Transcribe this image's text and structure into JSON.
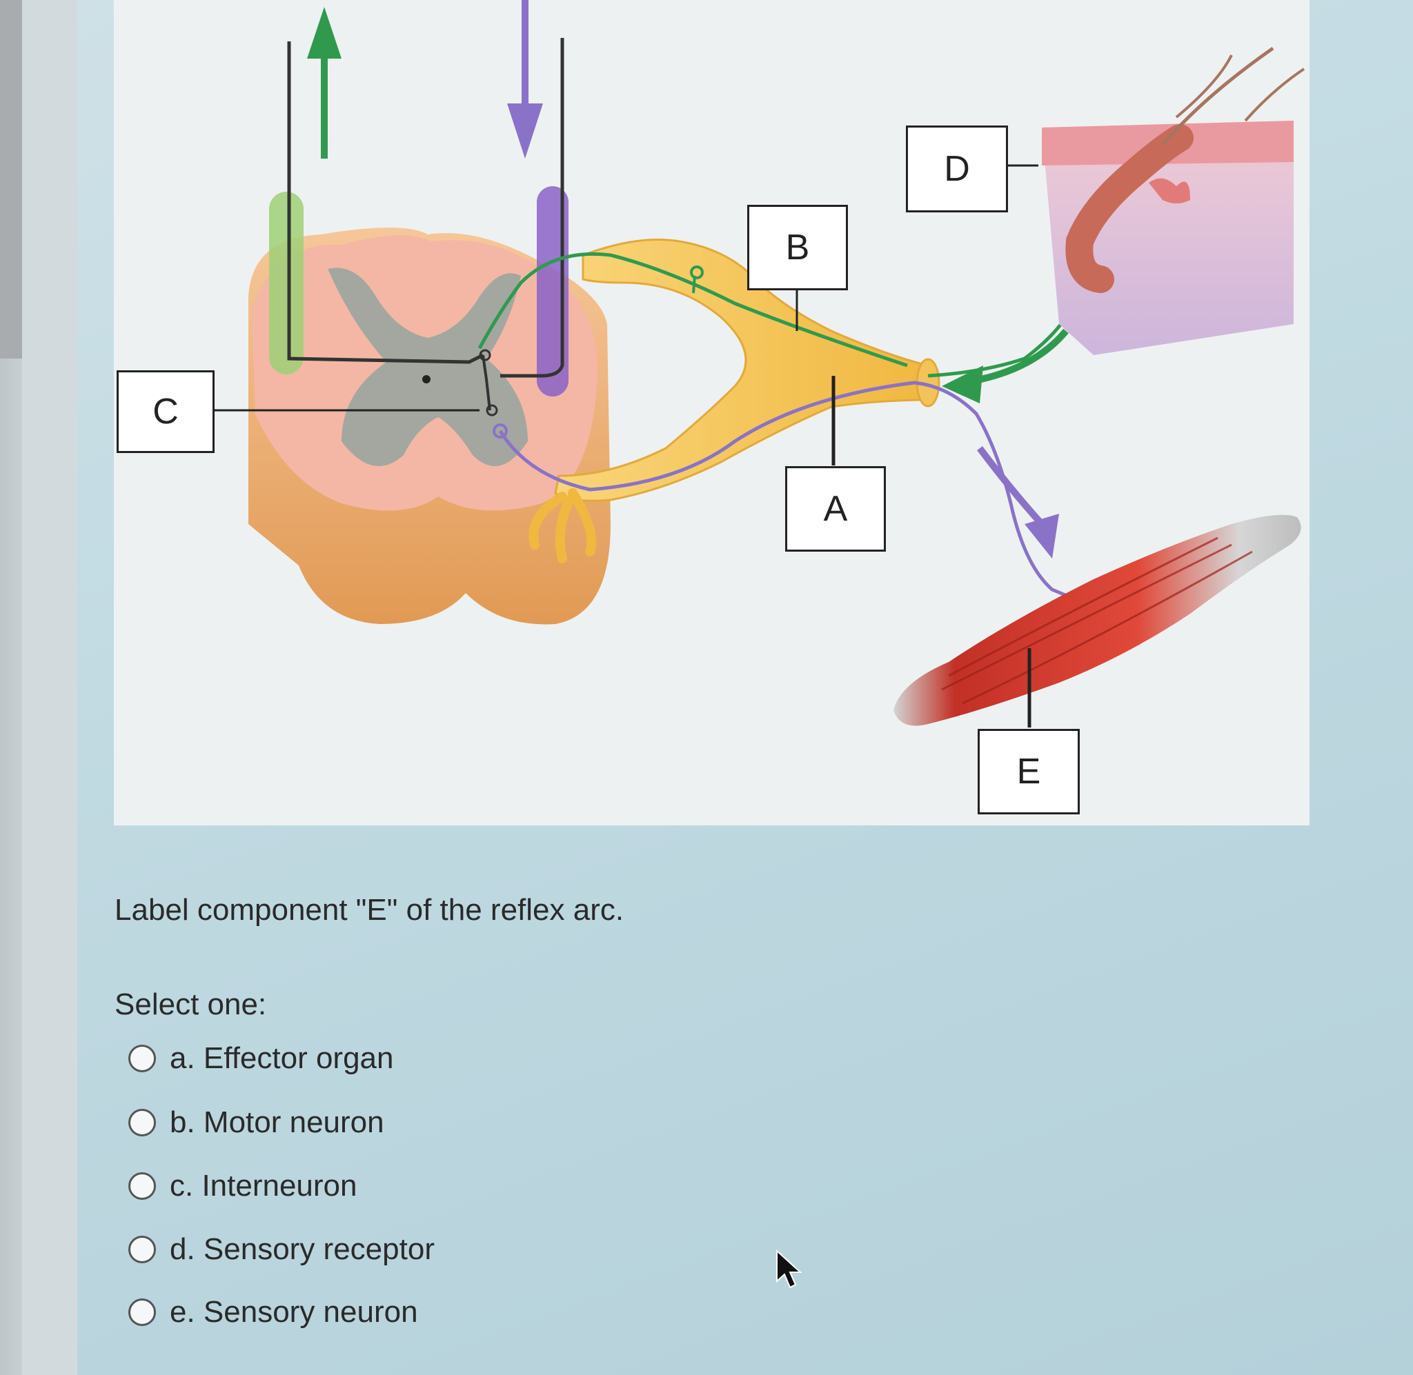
{
  "figure": {
    "labels": {
      "a": "A",
      "b": "B",
      "c": "C",
      "d": "D",
      "e": "E"
    }
  },
  "question": {
    "prompt": "Label component \"E\" of the reflex arc.",
    "instruction": "Select one:",
    "options": [
      {
        "text": "a. Effector organ",
        "selected": false
      },
      {
        "text": "b. Motor neuron",
        "selected": false
      },
      {
        "text": "c. Interneuron",
        "selected": false
      },
      {
        "text": "d. Sensory receptor",
        "selected": false
      },
      {
        "text": "e. Sensory neuron",
        "selected": false
      }
    ]
  },
  "colors": {
    "sensory": "#2f9a4e",
    "motor": "#8a72c8",
    "nerve": "#f2c14e",
    "muscle": "#c9372c",
    "background": "#a9c9d3"
  }
}
